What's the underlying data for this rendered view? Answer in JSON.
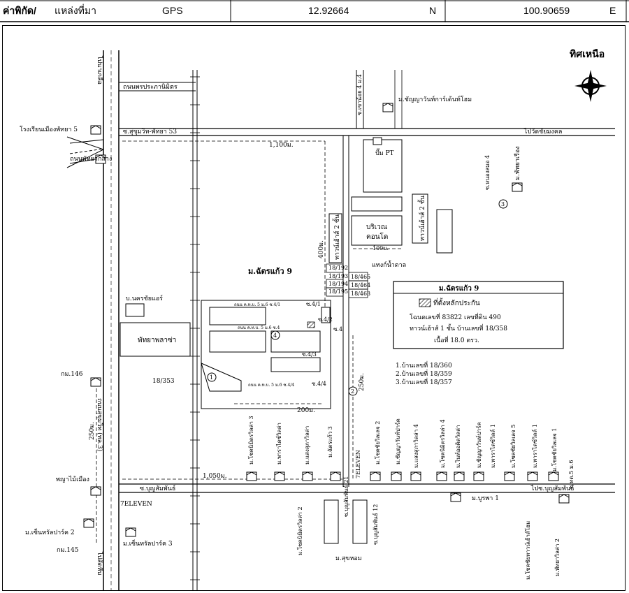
{
  "header": {
    "coord_label": "ค่าพิกัด/",
    "source_label": "แหล่งที่มา",
    "gps": "GPS",
    "lat": "12.92664",
    "lat_dir": "N",
    "lon": "100.90659",
    "lon_dir": "E"
  },
  "compass": {
    "label": "ทิศเหนือ",
    "letter": "N"
  },
  "roads": {
    "to_naklua": "ไปนาเกลือ",
    "phra_tamnak": "ถนนพรประภานิมิตร",
    "soi_53": "ซ.สุขุมวิท-พัทยา 53",
    "pattaya_klang": "ถนนพัทยากลาง",
    "to_chaiyapruek": "ไปวัดชัยมงคล",
    "sukhumvit": "ถนนสุขุมวิท (ทล.3)",
    "to_jomtien": "ไปสัตหีบ",
    "soi_bunsamphan": "ซ.บุญสัมพันธ์",
    "to_bunsamphan": "ไปซ.บุญสัมพันธ์",
    "soi_bunsamphan_21": "ซ.บุญสัมพันธ์ 21",
    "soi_bunsamphan_12": "ซ.บุญสัมพันธ์ 12",
    "soi_paeng": "ซ.เขาน้อย 4 ม.4",
    "soi_laem": "ซ.หนองสมอ 4",
    "soi_ttt": "ซ.ทต.5 ม.6"
  },
  "places": {
    "school": "โรงเรียนเมืองพัทยา 5",
    "chanya_garden": "ม.ชัญญาวันท์การ์เด้นท์โฮม",
    "pump_pt": "ปั๊ม PT",
    "pattaya_ruang": "ม.พัทยาเรือง",
    "townhouse_2": "ทาวน์เฮ้าส์ 2 ชั้น",
    "townhouse_2b": "ทาวน์เฮ้าส์ 2 ชั้น",
    "condo_area": "บริเวณ",
    "condo": "คอนโด",
    "water_tank": "แทงก์น้ำดาล",
    "chatkaew": "ม.ฉัตรแก้ว 9",
    "nakornchai": "บ.นครชัยแอร์",
    "pattaya_plaza": "พัทยาพลาซ่า",
    "km146": "กม.146",
    "km145": "กม.145",
    "phaya_mai": "พญาไม้เมือง",
    "seven_a": "7ELEVEN",
    "seven_b": "7ELEVEN",
    "central_park2": "ม.เซ็นทรัลปาร์ค 2",
    "central_park3": "ม.เซ็นทรัลปาร์ค 3",
    "buripha": "ม.บูรพา 1",
    "suk_hom": "ม.สุขหอม",
    "cc_villa3": "ม.โชคนิมิตรวิลล่า 3",
    "paradise_villa": "ม.พาราไดซ์วิลล่า",
    "saeng_villa": "ม.แสงสุภาวิลล่า",
    "chatkaew3": "ม.ฉัตรแก้ว 3",
    "chokchai2": "ม.โชคชัยวิลเลจ 2",
    "chanyawan": "ม.ชัญญาวันท์ปาร์ค",
    "saengsupa4": "ม.แสงสุภาวิลล่า 4",
    "cc_villa4": "ม.โชคนิมิตรวิลล่า 4",
    "nice_villa": "ม.ไนท์ออคิดวิลล่า",
    "chanya_home": "ม.ชัญญาวันท์ปาร์ค",
    "prapa_villa1": "ม.พาราไดซ์วิลล์ 1",
    "chokchai5": "ม.โชคชัยวิลเลจ 5",
    "patra_villa1": "ม.พาราไดซ์วิลล์ 1",
    "chokchai1": "ม.โชคชัยวิลเลจ 1",
    "cc_villa2": "ม.โชคนิมิตรวิลล่า 2",
    "chokchai_town": "ม.โชคชัยทาวน์เฮ้าส์โฮม",
    "pattaya_villa2": "ม.พัทยาวิลล่า 2",
    "no_18353": "18/353",
    "no_18192": "18/192",
    "no_18194": "18/194",
    "no_18195": "18/195",
    "no_18193": "18/193",
    "no_18465": "18/465",
    "no_18464": "18/464",
    "no_18463": "18/463",
    "soi_4_1": "ซ.4/1",
    "soi_4_2": "ซ.4/2",
    "soi_4_3": "ซ.4/3",
    "soi_4_4": "ซ.4/4",
    "soi_4": "ซ.4",
    "soi_chatkaew_a": "ถนน ค.ท.บ. 5 ม.6 ซ.4/1",
    "soi_chatkaew_b": "ถนน ค.ท.บ. 5 ม.6 ซ.4",
    "soi_chatkaew_c": "ถนน ค.ท.บ. 5 ม.6 ซ.4/4"
  },
  "distances": {
    "d1100": "1,100ม.",
    "d400": "400ม.",
    "d100": "100ม.",
    "d200": "200ม.",
    "d250": "250ม.",
    "d250b": "250ม.",
    "d1050": "1,050ม."
  },
  "markers": {
    "m1": "1",
    "m2": "2",
    "m3": "3",
    "m4": "4"
  },
  "info_box": {
    "title": "ม.ฉัตรแก้ว 9",
    "legend": "ที่ตั้งหลักประกัน",
    "line1": "โฉนดเลขที่ 83822 เลขที่ดิน 490",
    "line2": "ทาวน์เฮ้าส์ 1 ชั้น บ้านเลขที่ 18/358",
    "line3": "เนื้อที่ 18.0 ตรว."
  },
  "houses": {
    "h1": "1.บ้านเลขที่ 18/360",
    "h2": "2.บ้านเลขที่ 18/359",
    "h3": "3.บ้านเลขที่ 18/357"
  }
}
